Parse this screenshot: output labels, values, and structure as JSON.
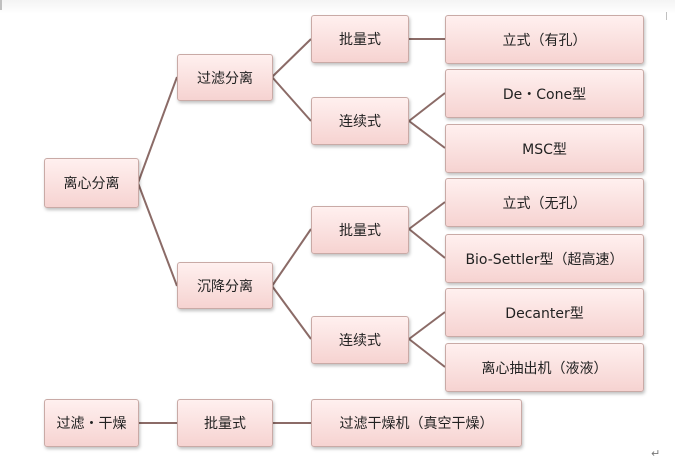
{
  "nodes": {
    "centrifugal": "离心分离",
    "filtration": "过滤分离",
    "sedimentation": "沉降分离",
    "f_batch": "批量式",
    "f_cont": "连续式",
    "s_batch": "批量式",
    "s_cont": "连续式",
    "l_vertical_perforated": "立式（有孔）",
    "l_decone": "De・Cone型",
    "l_msc": "MSC型",
    "l_vertical_solid": "立式（无孔）",
    "l_biosettler": "Bio-Settler型（超高速）",
    "l_decanter": "Decanter型",
    "l_extractor": "离心抽出机（液液）",
    "filter_dry": "过滤・干燥",
    "fd_batch": "批量式",
    "fd_machine": "过滤干燥机（真空干燥）"
  },
  "end_mark": "↵",
  "colors": {
    "connector": "#8b6b67",
    "node_fill_top": "#fff0ef",
    "node_fill_bottom": "#f6d3d1",
    "node_border": "#c9aaa6"
  }
}
